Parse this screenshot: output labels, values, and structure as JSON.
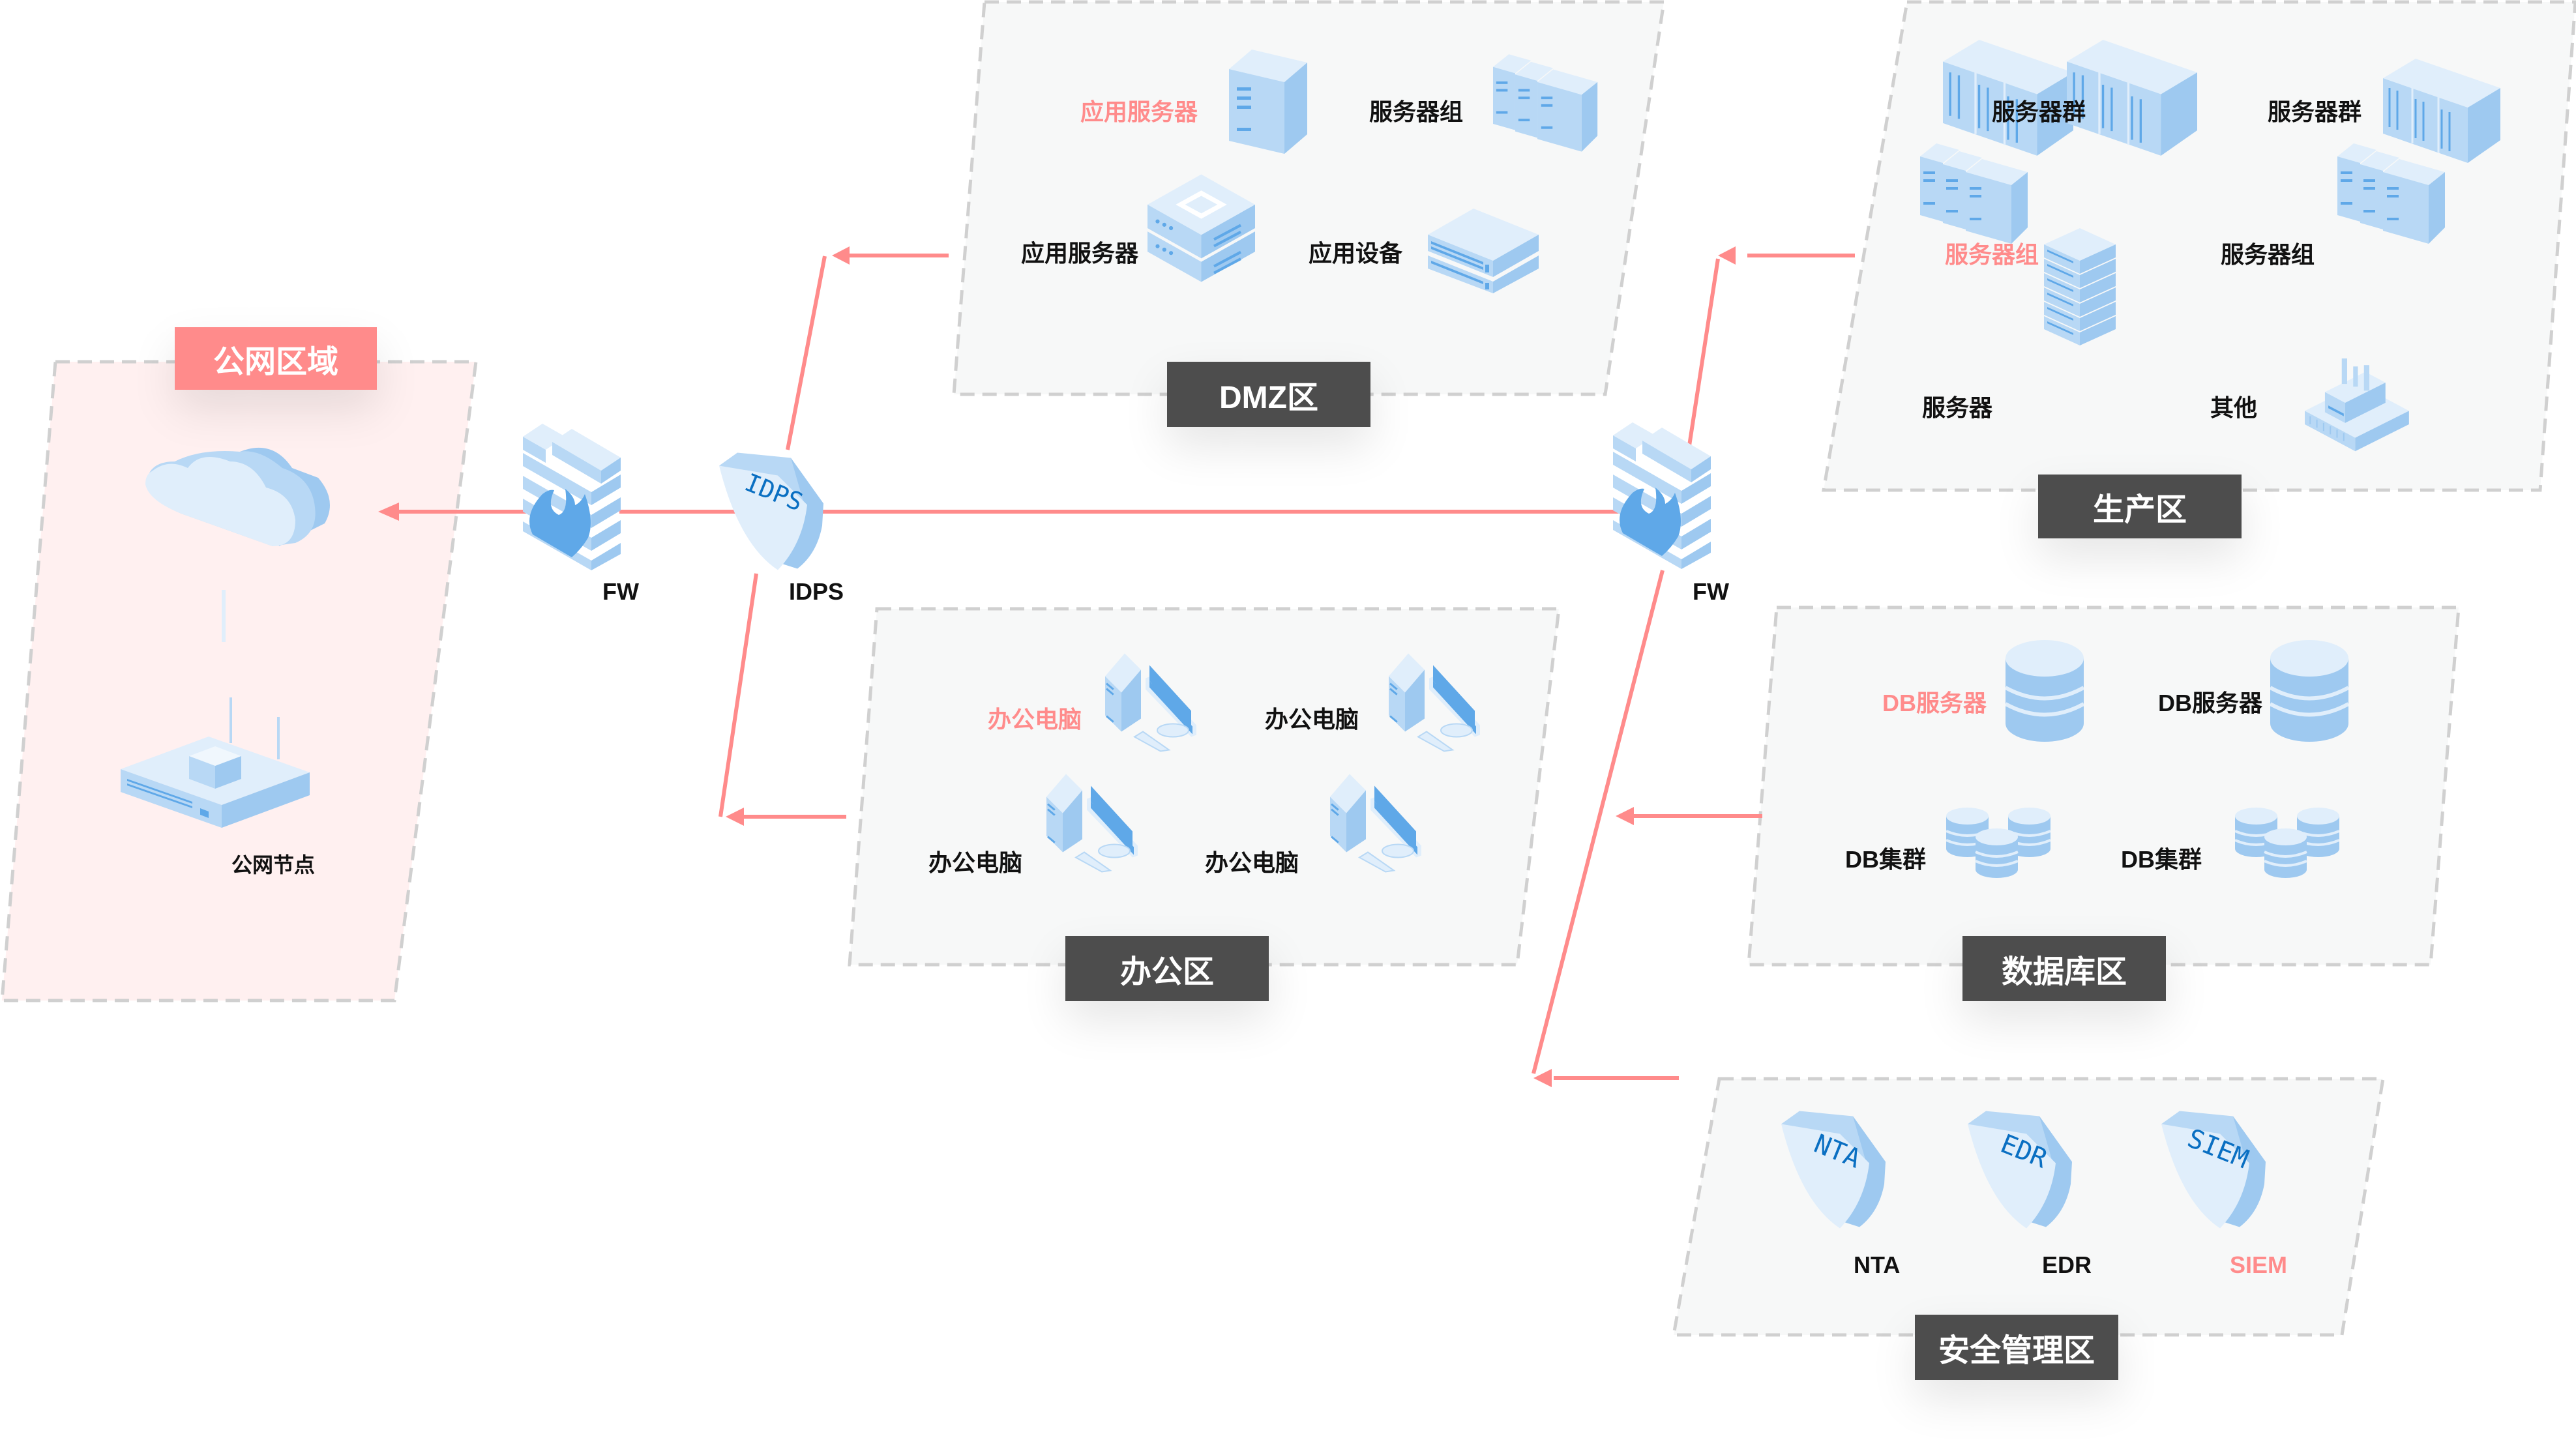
{
  "colors": {
    "accent": "#ff8b8b",
    "zone_fill": "#f7f8f8",
    "public_zone_fill": "#fff0f0",
    "zone_border": "#d0d0d0",
    "title_bg": "#4d4d4d",
    "icon_light": "#e0eefb",
    "icon_mid": "#b8d8f5",
    "icon_dark": "#9ec9f0",
    "icon_accent": "#5fa8e8",
    "icon_text": "#0a6fc2"
  },
  "zones": {
    "public": {
      "title": "公网区域",
      "nodes": [
        {
          "label": "",
          "icon": "cloud-icon"
        },
        {
          "label": "公网节点",
          "icon": "router-icon"
        }
      ]
    },
    "dmz": {
      "title": "DMZ区",
      "nodes": [
        {
          "label": "应用服务器",
          "icon": "tower-server-icon",
          "highlight": true
        },
        {
          "label": "服务器组",
          "icon": "server-group-icon",
          "highlight": false
        },
        {
          "label": "应用服务器",
          "icon": "rack-server-icon",
          "highlight": false
        },
        {
          "label": "应用设备",
          "icon": "appliance-icon",
          "highlight": false
        }
      ]
    },
    "office": {
      "title": "办公区",
      "nodes": [
        {
          "label": "办公电脑",
          "icon": "desktop-pc-icon",
          "highlight": true
        },
        {
          "label": "办公电脑",
          "icon": "desktop-pc-icon",
          "highlight": false
        },
        {
          "label": "办公电脑",
          "icon": "desktop-pc-icon",
          "highlight": false
        },
        {
          "label": "办公电脑",
          "icon": "desktop-pc-icon",
          "highlight": false
        }
      ]
    },
    "production": {
      "title": "生产区",
      "nodes": [
        {
          "label": "服务器群",
          "icon": "server-cluster-icon",
          "highlight": false
        },
        {
          "label": "服务器群",
          "icon": "server-cluster-icon",
          "highlight": false
        },
        {
          "label": "服务器组",
          "icon": "server-group-icon",
          "highlight": true
        },
        {
          "label": "服务器组",
          "icon": "server-group-icon",
          "highlight": false
        },
        {
          "label": "服务器",
          "icon": "blade-server-icon",
          "highlight": false
        },
        {
          "label": "其他",
          "icon": "factory-icon",
          "highlight": false
        }
      ]
    },
    "database": {
      "title": "数据库区",
      "nodes": [
        {
          "label": "DB服务器",
          "icon": "database-icon",
          "highlight": true
        },
        {
          "label": "DB服务器",
          "icon": "database-icon",
          "highlight": false
        },
        {
          "label": "DB集群",
          "icon": "database-cluster-icon",
          "highlight": false
        },
        {
          "label": "DB集群",
          "icon": "database-cluster-icon",
          "highlight": false
        }
      ]
    },
    "security": {
      "title": "安全管理区",
      "nodes": [
        {
          "label": "NTA",
          "icon": "shield-icon",
          "badge": "NTA",
          "highlight": false
        },
        {
          "label": "EDR",
          "icon": "shield-icon",
          "badge": "EDR",
          "highlight": false
        },
        {
          "label": "SIEM",
          "icon": "shield-icon",
          "badge": "SIEM",
          "highlight": true
        }
      ]
    }
  },
  "devices": {
    "fw_outer": {
      "label": "FW",
      "icon": "firewall-icon"
    },
    "idps": {
      "label": "IDPS",
      "icon": "shield-icon",
      "badge": "IDPS"
    },
    "fw_inner": {
      "label": "FW",
      "icon": "firewall-icon"
    }
  },
  "connections": [
    {
      "from": "fw_outer",
      "to": "public",
      "arrow": true
    },
    {
      "from": "idps",
      "to": "fw_outer"
    },
    {
      "from": "fw_inner",
      "to": "idps"
    },
    {
      "from": "dmz",
      "to": "idps-branch",
      "arrow": true
    },
    {
      "from": "office",
      "to": "idps-branch",
      "arrow": true
    },
    {
      "from": "production",
      "to": "fw_inner-branch",
      "arrow": true
    },
    {
      "from": "database",
      "to": "fw_inner-branch",
      "arrow": true
    },
    {
      "from": "security",
      "to": "fw_inner-branch",
      "arrow": true
    }
  ]
}
